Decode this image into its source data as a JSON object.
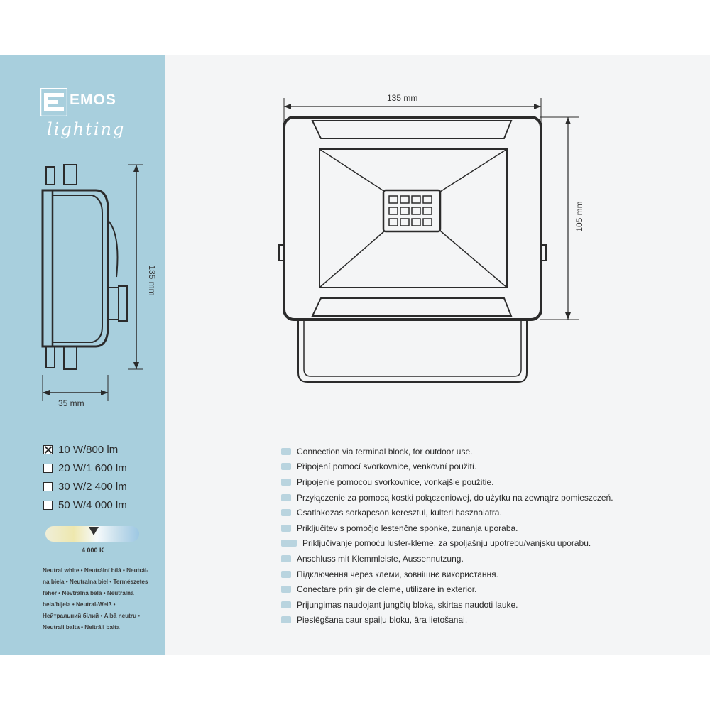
{
  "brand": {
    "name": "EMOS",
    "subtitle": "lighting"
  },
  "dimensions": {
    "width": "135 mm",
    "height": "105 mm",
    "side_height": "135 mm",
    "depth": "35 mm"
  },
  "power_options": [
    {
      "label": "10 W/800 lm",
      "checked": true
    },
    {
      "label": "20 W/1 600 lm",
      "checked": false
    },
    {
      "label": "30 W/2 400 lm",
      "checked": false
    },
    {
      "label": "50 W/4 000 lm",
      "checked": false
    }
  ],
  "color_temperature": {
    "value": "4 000 K",
    "description": "Neutral white • Neutrální bílá • Neutrál-na biela • Neutralna biel • Természetes fehér • Nevtralna bela • Neutralna bela/bijela • Neutral-Weiß • Нейтральний білий • Albă neutru • Neutrali balta • Neitrāli balta"
  },
  "features": [
    {
      "text": "Connection via terminal block, for outdoor use."
    },
    {
      "text": "Připojení pomocí svorkovnice, venkovní použití."
    },
    {
      "text": "Pripojenie pomocou svorkovnice, vonkajšie použitie."
    },
    {
      "text": "Przyłączenie za pomocą kostki połączeniowej, do użytku na zewnątrz pomieszczeń."
    },
    {
      "text": "Csatlakozas sorkapcson keresztul, kulteri hasznalatra."
    },
    {
      "text": "Priključitev s pomočjo lestenčne sponke, zunanja uporaba."
    },
    {
      "text": "Priključivanje pomoću luster-kleme, za spoljašnju upotrebu/vanjsku uporabu.",
      "wide_flag": true
    },
    {
      "text": "Anschluss mit Klemmleiste, Aussennutzung."
    },
    {
      "text": "Підключення через клеми, зовнішнє використання."
    },
    {
      "text": "Conectare prin șir de cleme, utilizare in exterior."
    },
    {
      "text": "Prijungimas naudojant jungčių bloką, skirtas naudoti lauke."
    },
    {
      "text": "Pieslēgšana caur spaiļu bloku, āra lietošanai."
    }
  ],
  "colors": {
    "sidebar": "#a8cfdd",
    "card": "#f4f5f6",
    "line": "#2b2b2b",
    "flag": "#b9d4df"
  }
}
